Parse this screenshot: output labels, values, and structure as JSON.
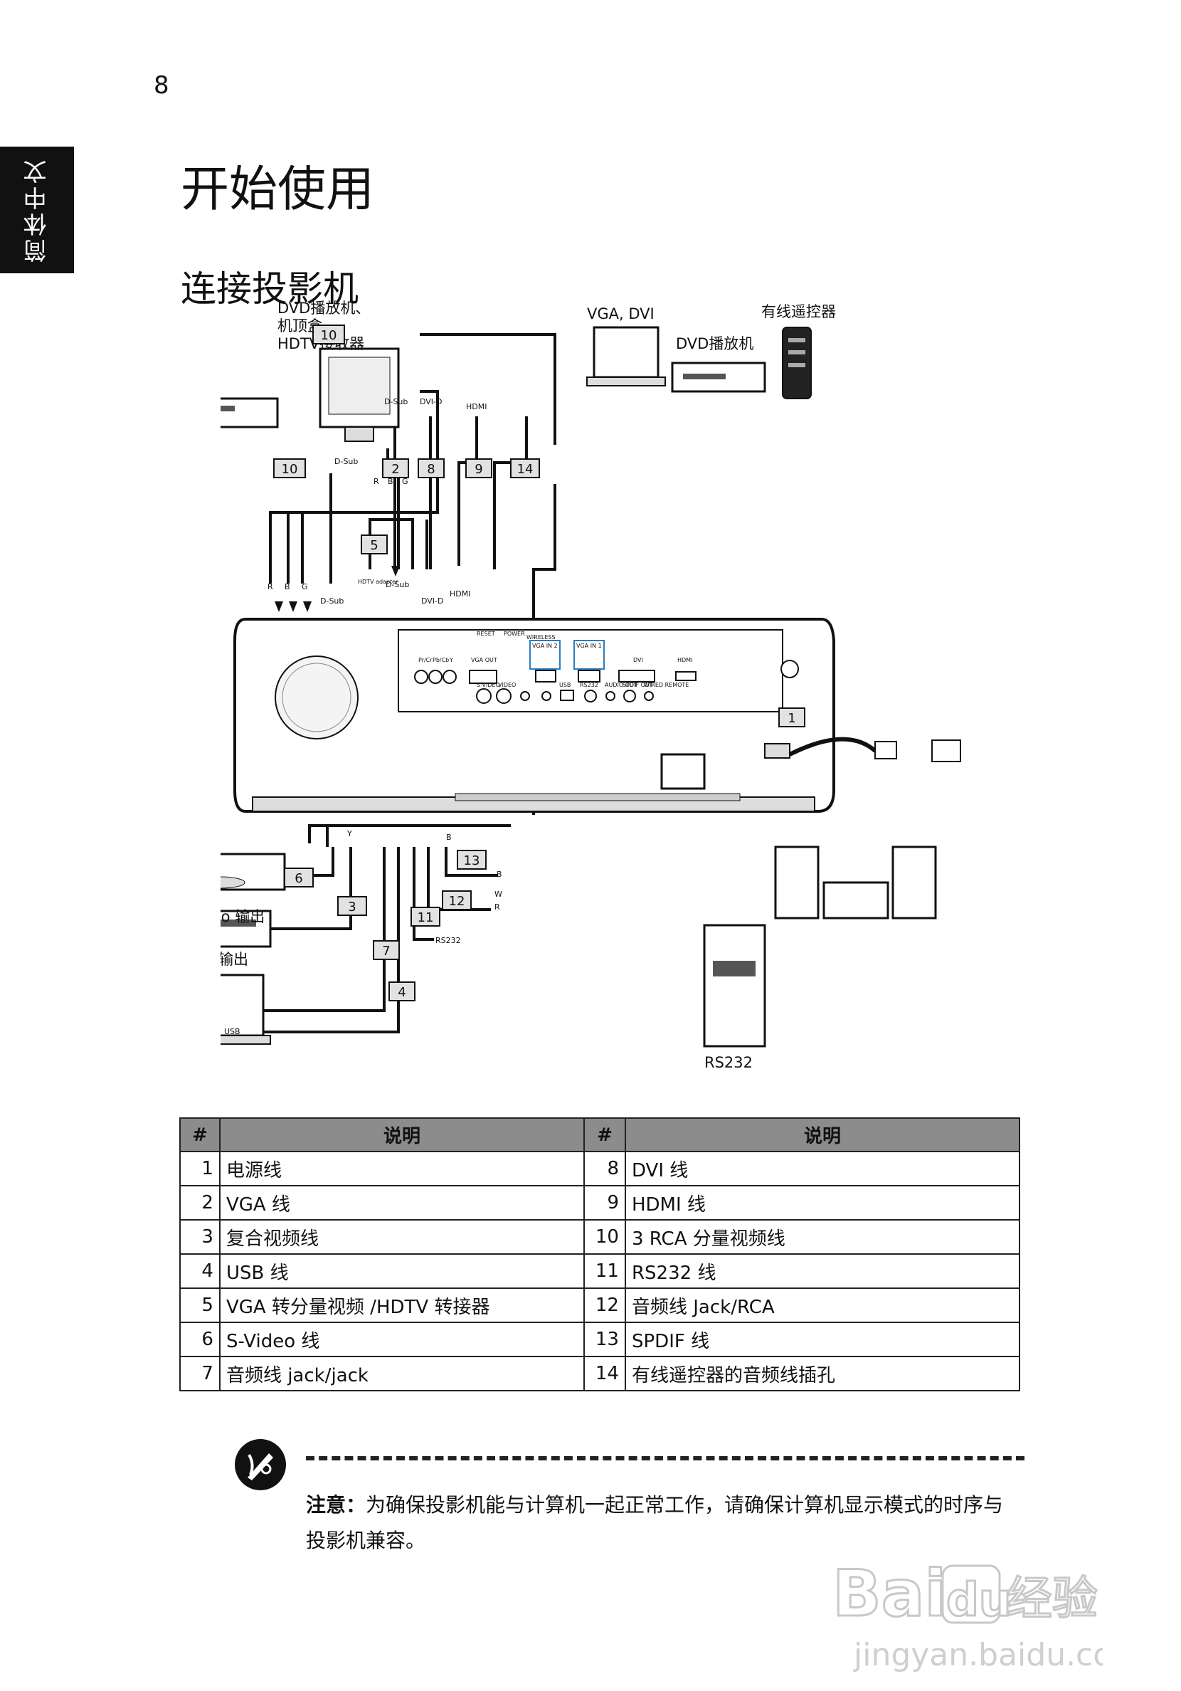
{
  "page": {
    "number": "8",
    "language_tab": "简体中文",
    "chapter_title": "开始使用",
    "section_title": "连接投影机"
  },
  "diagram": {
    "labels": {
      "dvd_stb_hdtv_line1": "DVD播放机、",
      "dvd_stb_hdtv_line2": "机顶盒、",
      "dvd_stb_hdtv_line3": "HDTV接收器",
      "vga_dvi": "VGA, DVI",
      "dvd_player": "DVD播放机",
      "wired_remote": "有线遥控器",
      "svideo_out": "S-Video 输出",
      "video_out": "视频输出",
      "rs232": "RS232",
      "dsub": "D-Sub",
      "dvi_d": "DVI-D",
      "hdmi": "HDMI",
      "hdtv_adapter": "HDTV adapter",
      "usb": "USB",
      "rs232_small": "RS232",
      "r": "R",
      "b": "B",
      "g": "G",
      "y": "Y",
      "w": "W",
      "port_vga_in2": "VGA IN 2",
      "port_vga_in1": "VGA IN 1",
      "port_vga_out": "VGA OUT",
      "port_dvi": "DVI",
      "port_hdmi": "HDMI",
      "port_wireless": "WIRELESS",
      "port_svideo": "S-VIDEO",
      "port_video": "VIDEO",
      "port_usb": "USB",
      "port_rs232": "RS232",
      "port_spdif": "SPDIF OUT",
      "port_audio_out": "AUDIO OUT",
      "port_wired_remote": "WIRED REMOTE",
      "port_pr_cr": "Pr/Cr",
      "port_pb_cb": "Pb/Cb",
      "port_y": "Y",
      "port_reset": "RESET",
      "port_power": "POWER"
    },
    "callouts": [
      "1",
      "2",
      "3",
      "4",
      "5",
      "6",
      "7",
      "8",
      "9",
      "10",
      "11",
      "12",
      "13",
      "14"
    ]
  },
  "legend_table": {
    "header_num": "#",
    "header_desc": "说明",
    "rows": [
      {
        "n1": "1",
        "d1": "电源线",
        "n2": "8",
        "d2": "DVI 线"
      },
      {
        "n1": "2",
        "d1": "VGA 线",
        "n2": "9",
        "d2": "HDMI 线"
      },
      {
        "n1": "3",
        "d1": "复合视频线",
        "n2": "10",
        "d2": "3 RCA 分量视频线"
      },
      {
        "n1": "4",
        "d1": "USB 线",
        "n2": "11",
        "d2": "RS232 线"
      },
      {
        "n1": "5",
        "d1": "VGA 转分量视频 /HDTV 转接器",
        "n2": "12",
        "d2": "音频线 Jack/RCA"
      },
      {
        "n1": "6",
        "d1": "S-Video 线",
        "n2": "13",
        "d2": "SPDIF 线"
      },
      {
        "n1": "7",
        "d1": "音频线 jack/jack",
        "n2": "14",
        "d2": "有线遥控器的音频线插孔"
      }
    ]
  },
  "note": {
    "label": "注意：",
    "text": "为确保投影机能与计算机一起正常工作，请确保计算机显示模式的时序与投影机兼容。"
  },
  "watermark": {
    "brand": "Bai",
    "brand_tail": "du",
    "cn": "经验",
    "url": "jingyan.baidu.com"
  }
}
